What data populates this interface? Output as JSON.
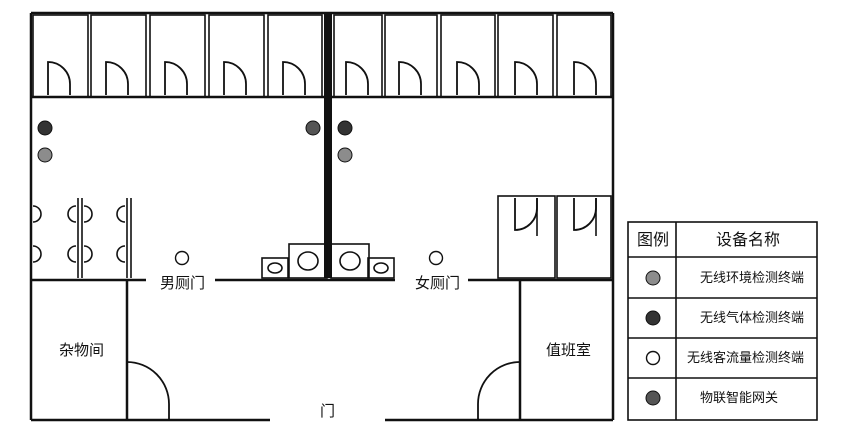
{
  "labels": {
    "mens_door": "男厕门",
    "womens_door": "女厕门",
    "storage": "杂物间",
    "duty_room": "值班室",
    "main_door": "门"
  },
  "legend": {
    "header_icon": "图例",
    "header_name": "设备名称",
    "items": [
      {
        "name": "无线环境检测终端",
        "color": "#8c8c8c",
        "icon": "env-sensor-icon"
      },
      {
        "name": "无线气体检测终端",
        "color": "#333333",
        "icon": "gas-sensor-icon"
      },
      {
        "name": "无线客流量检测终端",
        "color": "#ffffff",
        "icon": "flow-sensor-icon"
      },
      {
        "name": "物联智能网关",
        "color": "#555555",
        "icon": "gateway-icon"
      }
    ]
  },
  "colors": {
    "env_sensor": "#8c8c8c",
    "gas_sensor": "#333333",
    "flow_sensor": "#ffffff",
    "gateway": "#555555"
  }
}
